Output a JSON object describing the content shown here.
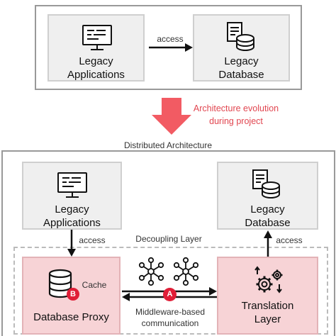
{
  "top": {
    "legacy_apps_line1": "Legacy",
    "legacy_apps_line2": "Applications",
    "legacy_db_line1": "Legacy",
    "legacy_db_line2": "Database",
    "access_label": "access"
  },
  "transition": {
    "evolution_line1": "Architecture evolution",
    "evolution_line2": "during project",
    "arrow_color": "#f25b63"
  },
  "distributed": {
    "title": "Distributed Architecture",
    "legacy_apps_line1": "Legacy",
    "legacy_apps_line2": "Applications",
    "legacy_db_line1": "Legacy",
    "legacy_db_line2": "Database",
    "access_left": "access",
    "access_right": "access",
    "decoupling_layer": "Decoupling Layer",
    "cache_label": "Cache",
    "database_proxy": "Database Proxy",
    "translation_line1": "Translation",
    "translation_line2": "Layer",
    "middleware_line1": "Middleware-based",
    "middleware_line2": "communication",
    "badge_a": "A",
    "badge_b": "B"
  },
  "icons": [
    "monitor-icon",
    "database-icon",
    "network-graph-icon",
    "gears-icon"
  ],
  "colors": {
    "accent_red": "#e01e37",
    "pink_fill": "#f7d3d6",
    "gray_fill": "#efefef"
  }
}
